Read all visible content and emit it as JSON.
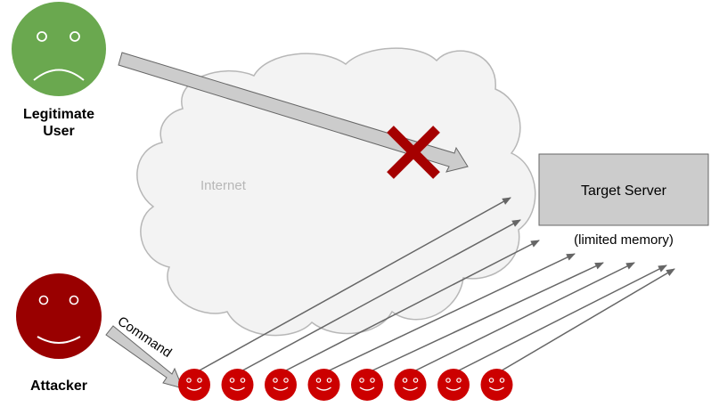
{
  "labels": {
    "legitimate_user_line1": "Legitimate",
    "legitimate_user_line2": "User",
    "attacker": "Attacker",
    "internet": "Internet",
    "target_server": "Target Server",
    "server_note": "(limited memory)",
    "command": "Command"
  },
  "bots": {
    "count": 8
  },
  "colors": {
    "legitimate_user": "#6aa84f",
    "attacker": "#990000",
    "bot": "#cc0000",
    "blocked_x": "#a50000",
    "cloud_fill": "#f3f3f3",
    "cloud_stroke": "#b7b7b7",
    "server_fill": "#cccccc",
    "arrow_fill": "#cccccc",
    "arrow_stroke": "#666666",
    "attack_line": "#666666"
  },
  "icons": {
    "legitimate_user": "sad-face-icon",
    "attacker": "smiling-face-icon",
    "bot": "smiling-face-icon",
    "blocked": "red-x-icon"
  }
}
